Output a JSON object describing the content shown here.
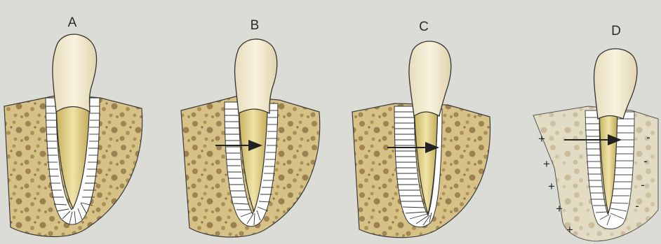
{
  "panels": [
    {
      "label": "A"
    },
    {
      "label": "B"
    },
    {
      "label": "C"
    },
    {
      "label": "D"
    }
  ],
  "signs": {
    "plus": "+",
    "minus": "-"
  }
}
